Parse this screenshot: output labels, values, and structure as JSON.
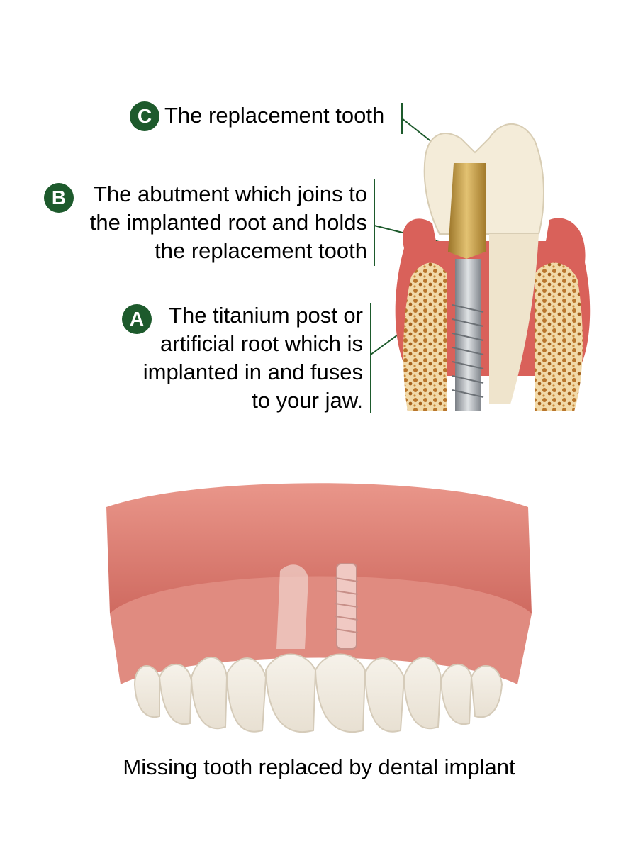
{
  "labels": {
    "c": {
      "badge": "C",
      "lines": [
        "The replacement tooth"
      ]
    },
    "b": {
      "badge": "B",
      "lines": [
        "The abutment which joins to",
        "the implanted root and holds",
        "the replacement tooth"
      ]
    },
    "a": {
      "badge": "A",
      "lines": [
        "The titanium post or",
        "artificial root which is",
        "implanted in and fuses",
        "to your jaw."
      ]
    }
  },
  "caption": "Missing tooth replaced by dental implant",
  "colors": {
    "badge": "#1d5a2c",
    "leader": "#1d5a2c",
    "gum": "#d9615a",
    "bone": "#c98a3a",
    "crown": "#f4ecd9",
    "abutment": "#c8a24a",
    "titanium": "#a9adb1"
  }
}
